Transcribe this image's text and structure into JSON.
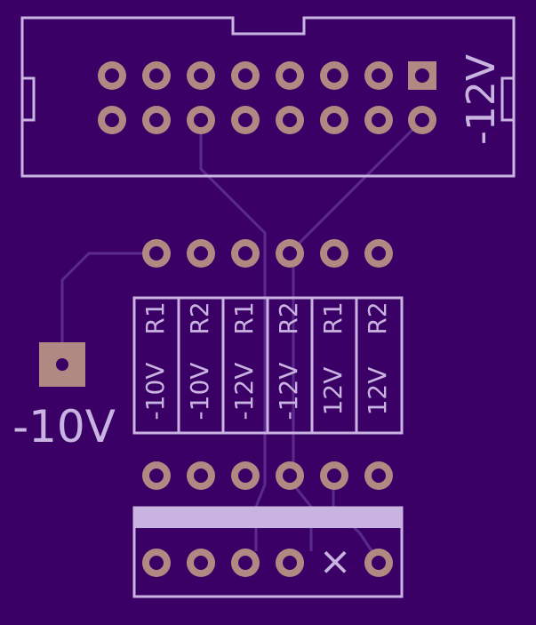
{
  "colors": {
    "board": "#3a0066",
    "silkscreen": "#c9b3e0",
    "pad": "#b08a82",
    "trace": "#5a2a8c"
  },
  "labels": {
    "header_label": "-12V",
    "side_pad_label": "-10V",
    "no_connect_mark": "×"
  },
  "jumper_columns": [
    {
      "bottom": "-10V",
      "top": "R1"
    },
    {
      "bottom": "-10V",
      "top": "R2"
    },
    {
      "bottom": "-12V",
      "top": "R1"
    },
    {
      "bottom": "-12V",
      "top": "R2"
    },
    {
      "bottom": "12V",
      "top": "R1"
    },
    {
      "bottom": "12V",
      "top": "R2"
    }
  ]
}
